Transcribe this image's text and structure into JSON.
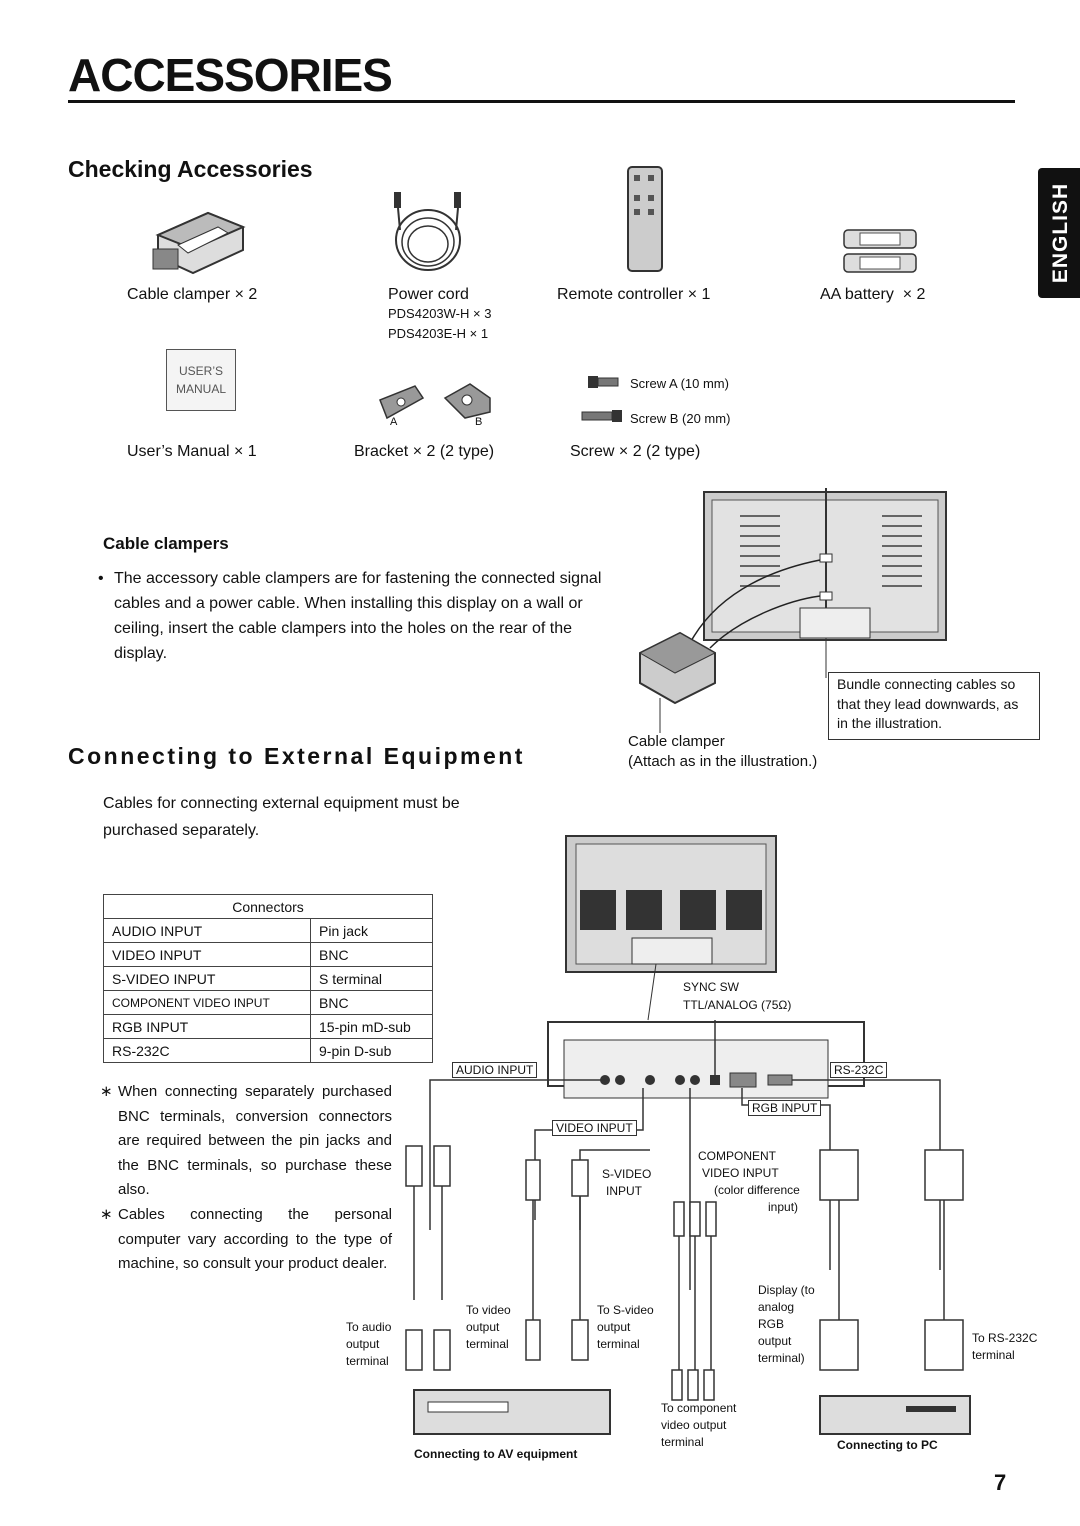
{
  "page": {
    "title": "ACCESSORIES",
    "language_tab": "ENGLISH",
    "page_number": "7"
  },
  "checking": {
    "heading": "Checking Accessories",
    "items": [
      {
        "label": "Cable clamper × 2"
      },
      {
        "label": "Power cord",
        "sub1": "PDS4203W-H × 3",
        "sub2": "PDS4203E-H × 1"
      },
      {
        "label": "Remote controller × 1"
      },
      {
        "label": "AA battery  × 2"
      },
      {
        "label": "User’s Manual × 1",
        "cover": "USER’S MANUAL"
      },
      {
        "label": "Bracket × 2 (2 type)",
        "a": "A",
        "b": "B"
      },
      {
        "label": "Screw × 2 (2 type)",
        "screw_a": "Screw A (10 mm)",
        "screw_b": "Screw B (20 mm)"
      }
    ]
  },
  "cable_clampers": {
    "heading": "Cable clampers",
    "bullet": "The accessory cable clampers are for fastening the connected signal cables and a power cable. When installing this display on a wall or ceiling, insert the cable clampers into the holes on the rear of the display.",
    "callout": "Bundle connecting cables so that they lead downwards, as in the illustration.",
    "caption1": "Cable clamper",
    "caption2": "(Attach as in the illustration.)"
  },
  "connecting": {
    "heading": "Connecting to External Equipment",
    "intro": "Cables for connecting external equipment must be purchased separately.",
    "table_header": "Connectors",
    "table_rows": [
      [
        "AUDIO INPUT",
        "Pin jack"
      ],
      [
        "VIDEO INPUT",
        "BNC"
      ],
      [
        "S-VIDEO INPUT",
        "S terminal"
      ],
      [
        "COMPONENT VIDEO INPUT",
        "BNC"
      ],
      [
        "RGB INPUT",
        "15-pin mD-sub"
      ],
      [
        "RS-232C",
        "9-pin D-sub"
      ]
    ],
    "note1": "When connecting separately purchased BNC terminals, conversion connectors are required between the pin jacks and the BNC terminals, so purchase these also.",
    "note2": "Cables connecting the personal computer vary according to the type of machine, so consult your product dealer."
  },
  "diagram": {
    "sync_sw": "SYNC SW",
    "ttl": "TTL/ANALOG (75Ω)",
    "audio_input": "AUDIO INPUT",
    "rs232c": "RS-232C",
    "rgb_input": "RGB INPUT",
    "video_input": "VIDEO INPUT",
    "svideo_input_1": "S-VIDEO",
    "svideo_input_2": "INPUT",
    "component_1": "COMPONENT",
    "component_2": "VIDEO INPUT",
    "component_3": "(color difference",
    "component_4": "input)",
    "to_audio": "To audio output terminal",
    "to_video": "To video output terminal",
    "to_svideo": "To S-video output terminal",
    "to_component": "To component video output terminal",
    "display_rgb": "Display (to analog RGB output terminal)",
    "to_rs232c": "To RS-232C terminal",
    "av_caption": "Connecting to AV equipment",
    "pc_caption": "Connecting to PC"
  }
}
